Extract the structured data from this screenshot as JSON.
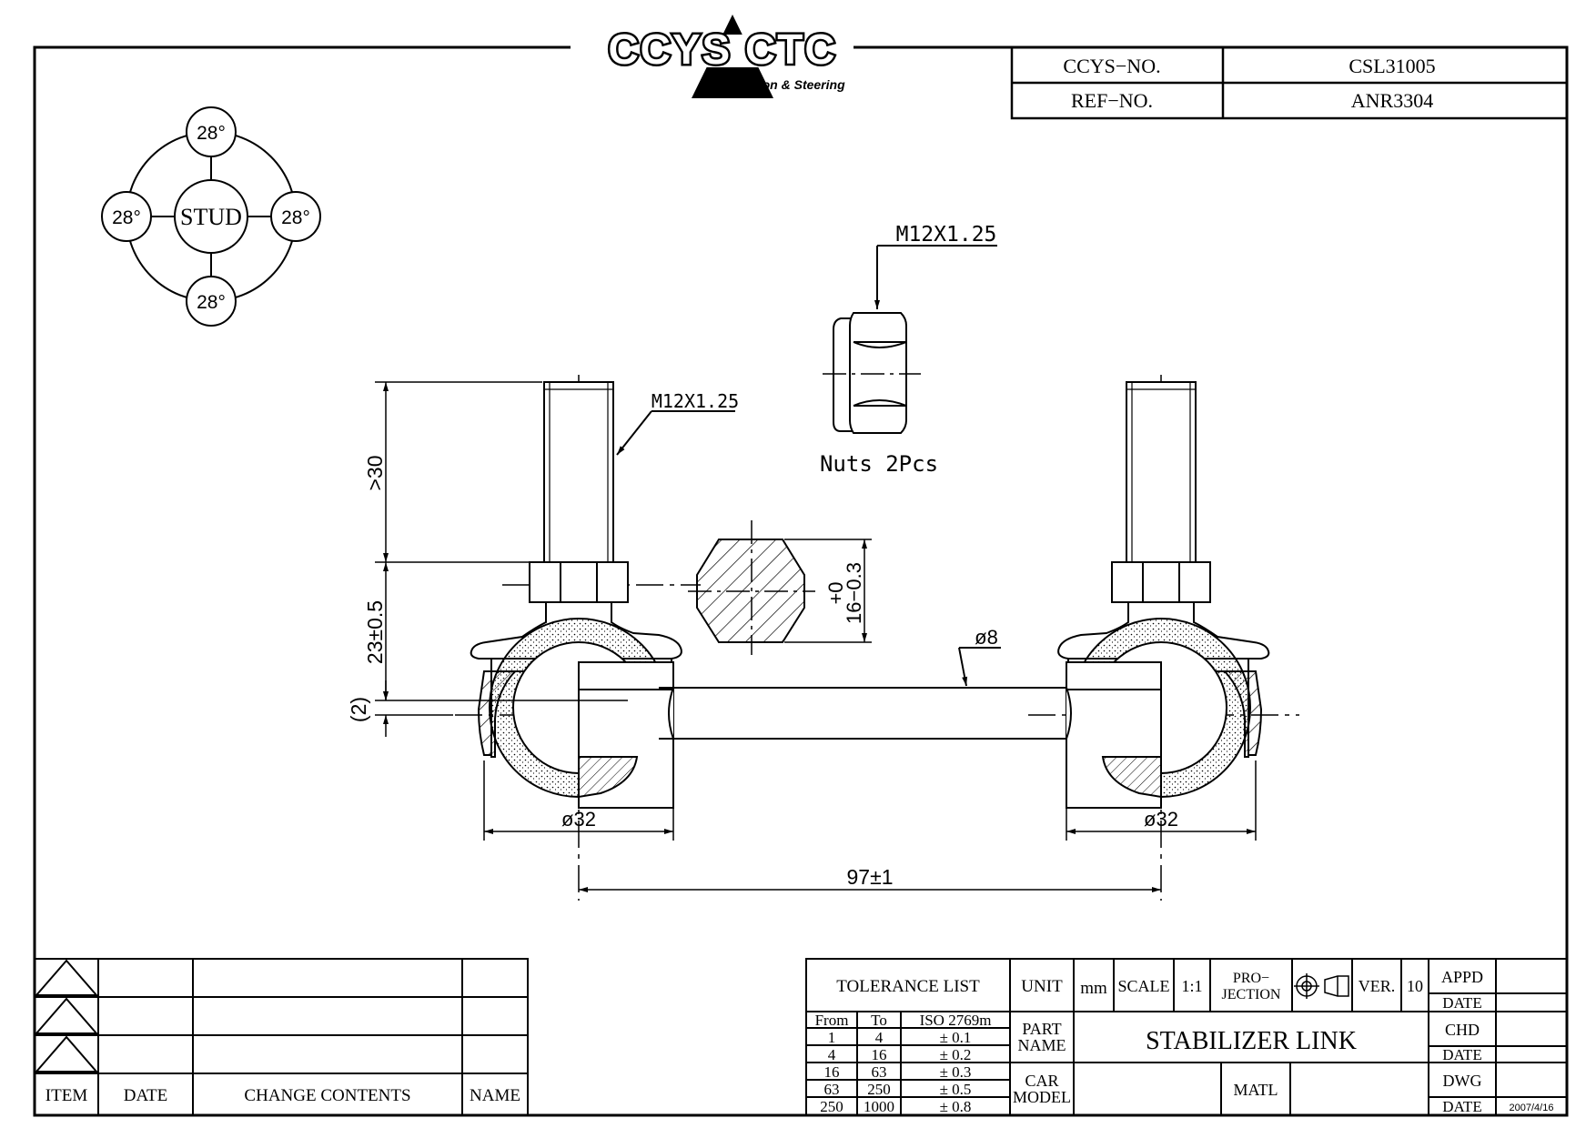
{
  "logo": {
    "text": "CCYS CTC",
    "tagline": "Suspension & Steering"
  },
  "header": {
    "ccys_no_label": "CCYS−NO.",
    "ccys_no_value": "CSL31005",
    "ref_no_label": "REF−NO.",
    "ref_no_value": "ANR3304"
  },
  "stud_angles": {
    "center": "STUD",
    "top": "28°",
    "left": "28°",
    "right": "28°",
    "bottom": "28°"
  },
  "nut": {
    "thread": "M12X1.25",
    "label": "Nuts 2Pcs"
  },
  "dimensions": {
    "stud_thread": "M12X1.25",
    "stud_length": ">30",
    "height": "23±0.5",
    "offset": "(2)",
    "hex_size_tol_upper": "+0",
    "hex_size_tol_lower": "16−0.3",
    "rod_diameter": "ø8",
    "ball_diameter_left": "ø32",
    "ball_diameter_right": "ø32",
    "center_distance": "97±1"
  },
  "revision_table": {
    "headers": {
      "item": "ITEM",
      "date": "DATE",
      "change": "CHANGE CONTENTS",
      "name": "NAME"
    }
  },
  "title_block": {
    "tolerance_title": "TOLERANCE LIST",
    "tolerance_headers": [
      "From",
      "To",
      "ISO 2769m"
    ],
    "tolerance_rows": [
      [
        "1",
        "4",
        "±  0.1"
      ],
      [
        "4",
        "16",
        "±  0.2"
      ],
      [
        "16",
        "63",
        "±  0.3"
      ],
      [
        "63",
        "250",
        "±  0.5"
      ],
      [
        "250",
        "1000",
        "±  0.8"
      ]
    ],
    "unit_label": "UNIT",
    "unit_value": "mm",
    "scale_label": "SCALE",
    "scale_value": "1:1",
    "projection_label_1": "PRO−",
    "projection_label_2": "JECTION",
    "ver_label": "VER.",
    "ver_value": "10",
    "part_name_label_1": "PART",
    "part_name_label_2": "NAME",
    "part_name_value": "STABILIZER  LINK",
    "car_model_label_1": "CAR",
    "car_model_label_2": "MODEL",
    "matl_label": "MATL",
    "appd": "APPD",
    "date1": "DATE",
    "chd": "CHD",
    "date2": "DATE",
    "dwg": "DWG",
    "date3": "DATE",
    "date3_value": "2007/4/16"
  }
}
